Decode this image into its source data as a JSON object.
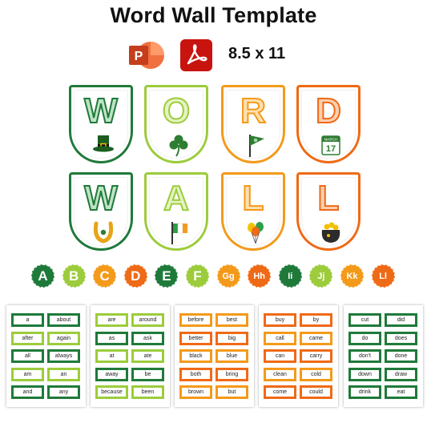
{
  "title": "Word Wall Template",
  "formats": {
    "ppt_icon": "powerpoint-icon",
    "pdf_icon": "pdf-icon",
    "size": "8.5 x 11"
  },
  "colors": {
    "dark_green": "#1f7a3a",
    "light_green": "#9ccc3c",
    "orange": "#f49a1a",
    "dark_orange": "#ef6a16"
  },
  "banners": [
    {
      "letter": "W",
      "icon": "leprechaun-hat-icon"
    },
    {
      "letter": "O",
      "icon": "shamrock-icon"
    },
    {
      "letter": "R",
      "icon": "shamrock-flag-icon"
    },
    {
      "letter": "D",
      "icon": "march-17-calendar-icon",
      "calendar_month": "MARCH",
      "calendar_day": "17"
    },
    {
      "letter": "W",
      "icon": "horseshoe-icon"
    },
    {
      "letter": "A",
      "icon": "irish-flag-icon"
    },
    {
      "letter": "L",
      "icon": "balloons-icon"
    },
    {
      "letter": "L",
      "icon": "pot-of-gold-icon"
    }
  ],
  "alphabet": [
    "A",
    "B",
    "C",
    "D",
    "E",
    "F",
    "Gg",
    "Hh",
    "Ii",
    "Jj",
    "Kk",
    "Ll"
  ],
  "sheets": [
    {
      "words": [
        "a",
        "about",
        "after",
        "again",
        "all",
        "always",
        "am",
        "an",
        "and",
        "any"
      ]
    },
    {
      "words": [
        "are",
        "around",
        "as",
        "ask",
        "at",
        "ate",
        "away",
        "be",
        "because",
        "been"
      ]
    },
    {
      "words": [
        "before",
        "best",
        "better",
        "big",
        "black",
        "blue",
        "both",
        "bring",
        "brown",
        "but"
      ]
    },
    {
      "words": [
        "buy",
        "by",
        "call",
        "came",
        "can",
        "carry",
        "clean",
        "cold",
        "come",
        "could"
      ]
    },
    {
      "words": [
        "cut",
        "did",
        "do",
        "does",
        "don't",
        "done",
        "down",
        "draw",
        "drink",
        "eat"
      ]
    }
  ]
}
